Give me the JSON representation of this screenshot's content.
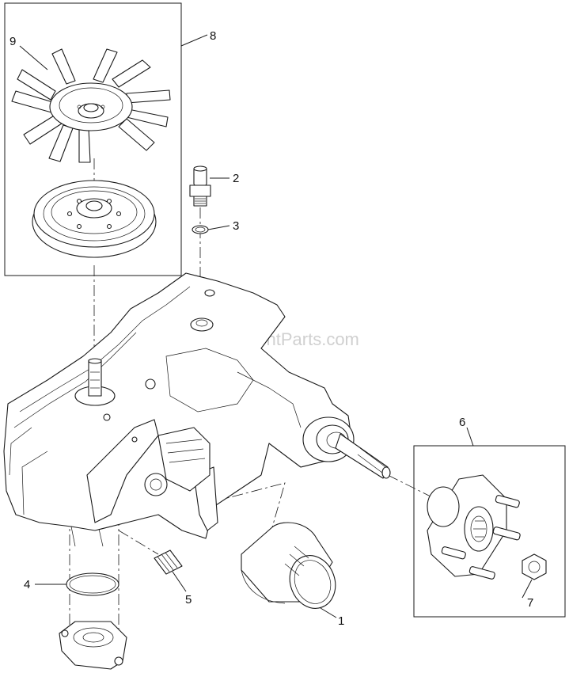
{
  "watermark": "eReplacementParts.com",
  "callouts": [
    {
      "id": "1",
      "part": "oil-filter"
    },
    {
      "id": "2",
      "part": "fitting"
    },
    {
      "id": "3",
      "part": "o-ring-small"
    },
    {
      "id": "4",
      "part": "o-ring-large"
    },
    {
      "id": "5",
      "part": "spring"
    },
    {
      "id": "6",
      "part": "hub-kit"
    },
    {
      "id": "7",
      "part": "lug-nut"
    },
    {
      "id": "8",
      "part": "fan-pulley-kit"
    },
    {
      "id": "9",
      "part": "fan"
    }
  ]
}
